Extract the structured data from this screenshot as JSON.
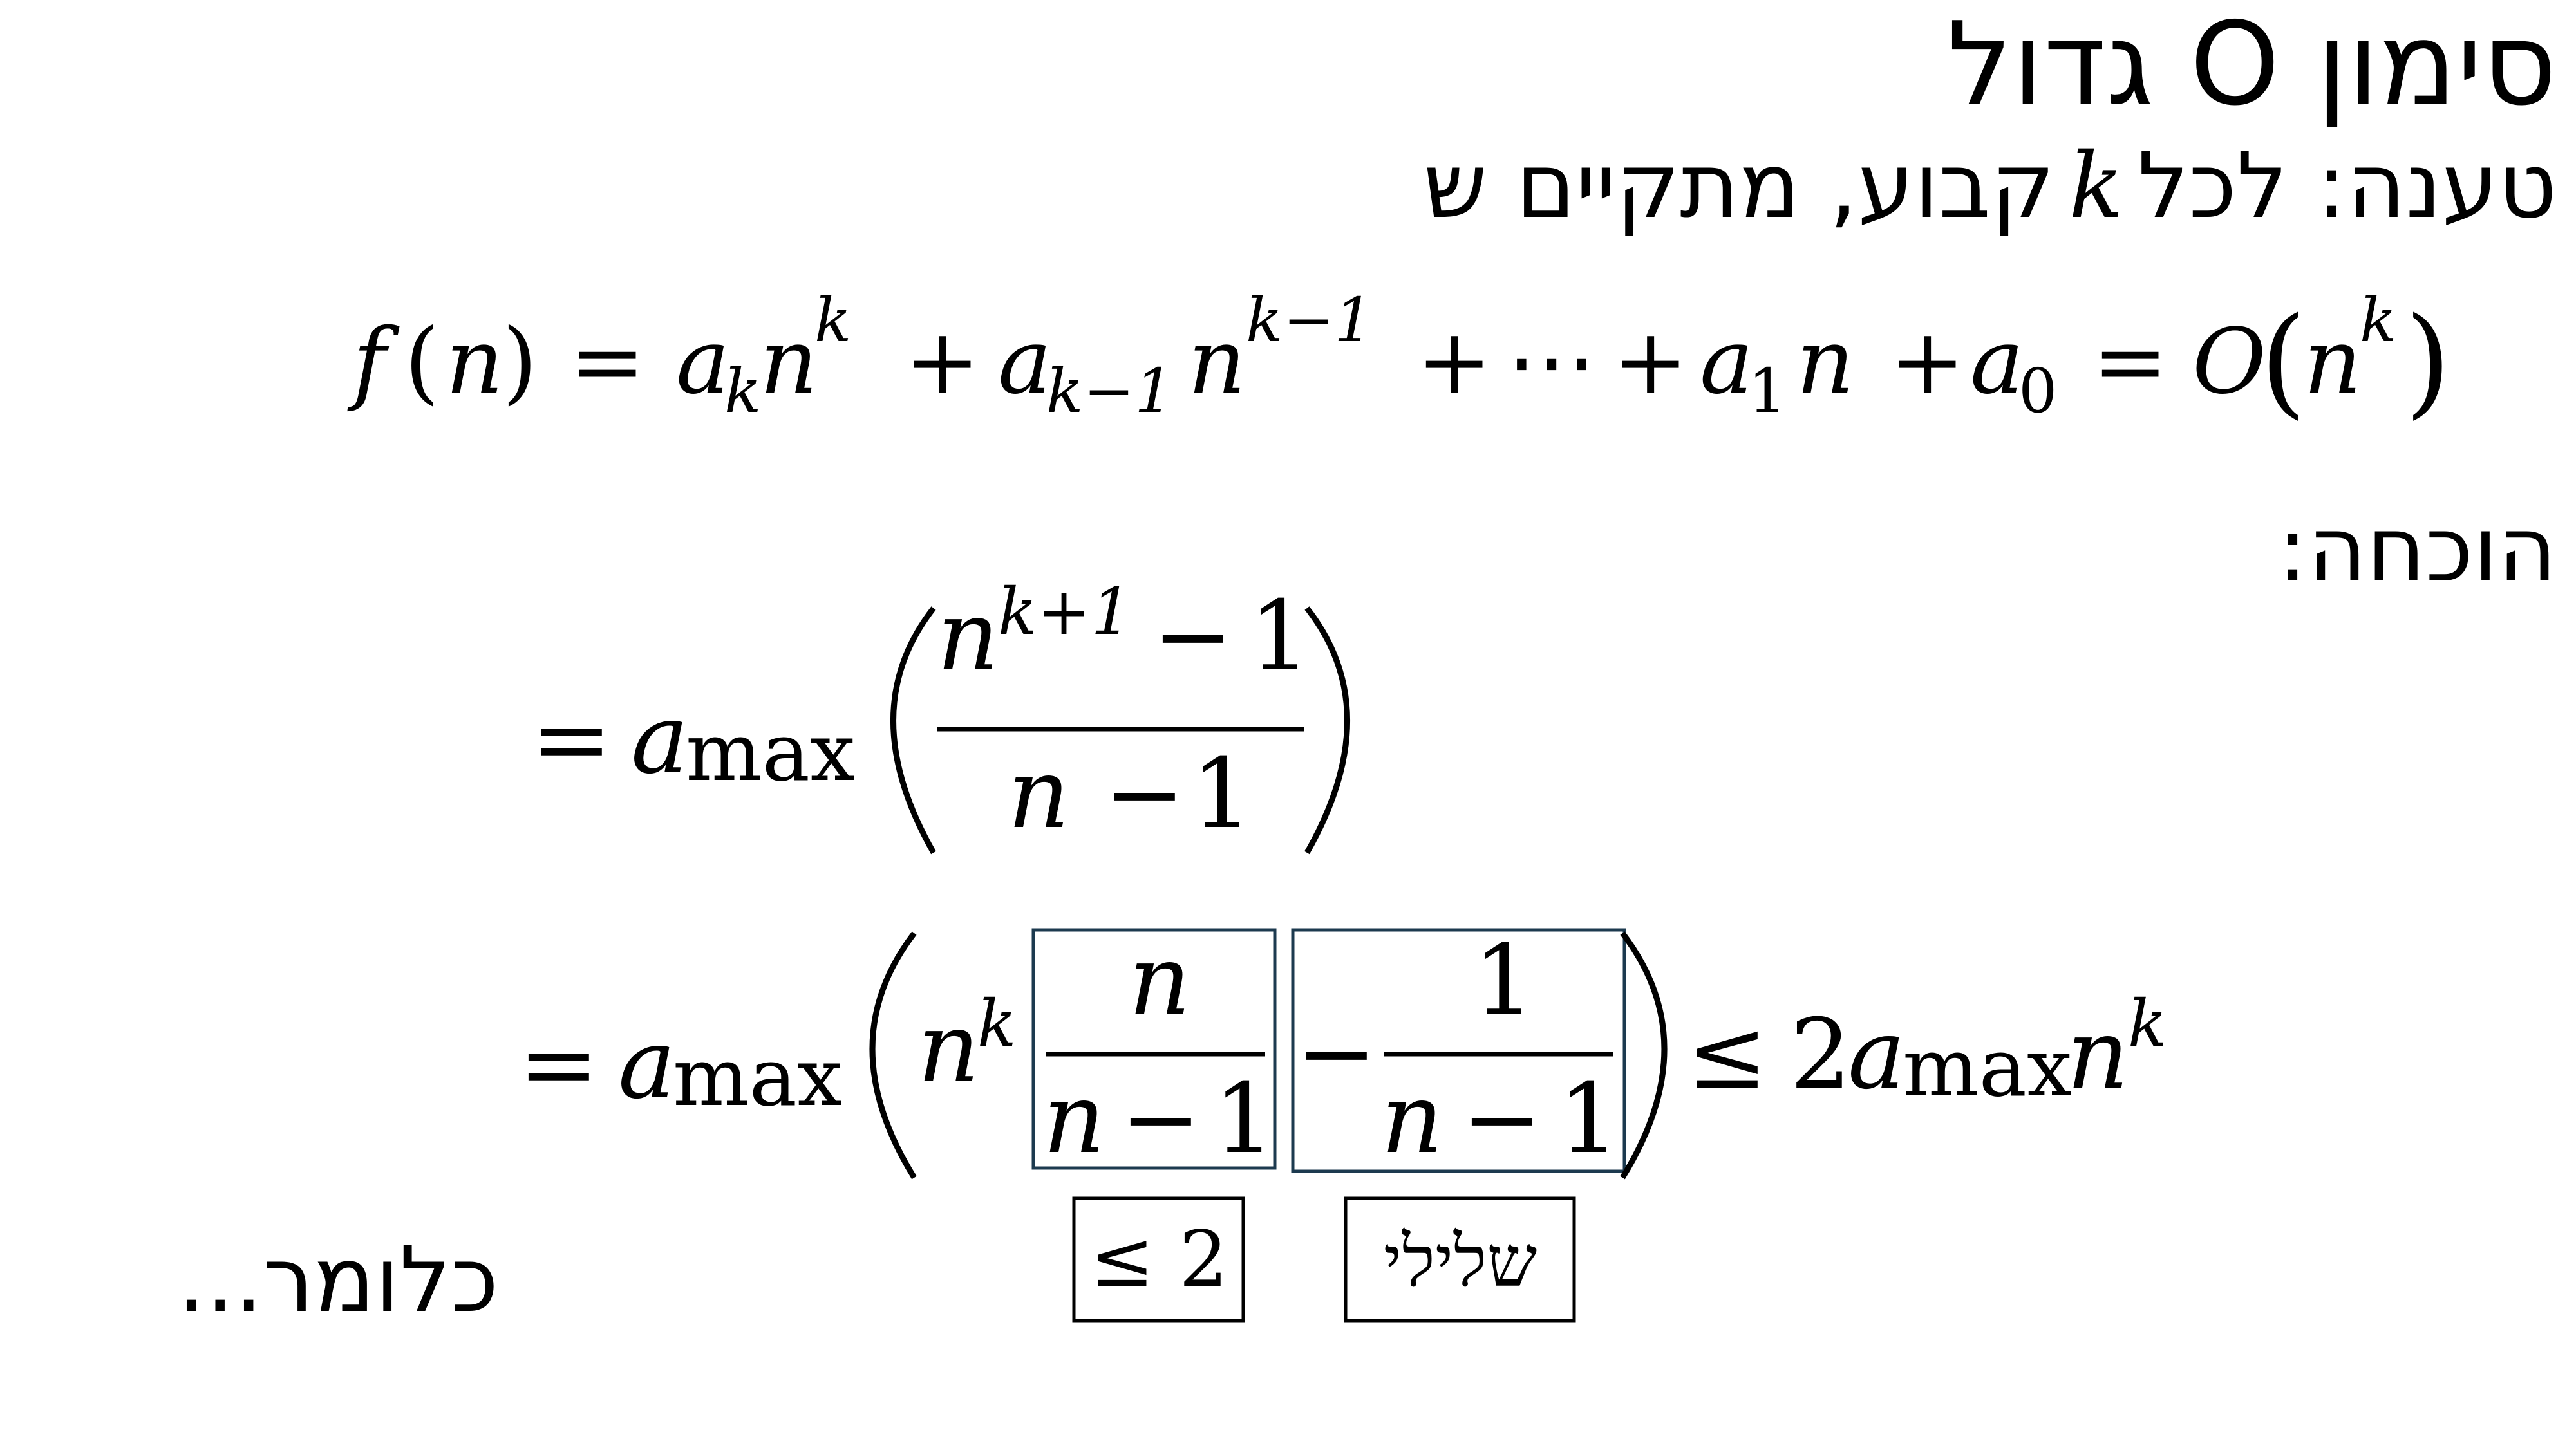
{
  "title": "סימון O גדול",
  "claim": {
    "before": "טענה: לכל",
    "variable": "k",
    "after": "קבוע, מתקיים ש"
  },
  "proof_label": "הוכחה:",
  "conclusion": "כלומר...",
  "annotations": {
    "le_two": "≤ 2",
    "negative": "שלילי"
  },
  "equations": {
    "polynomial": {
      "f": "f",
      "n": "n",
      "k": "k",
      "a": "a",
      "open": "(",
      "close": ")",
      "eq": "=",
      "plus": "+",
      "dots": "⋯",
      "km1": "k−1",
      "one": "1",
      "zero": "0",
      "O": "O"
    },
    "line1": {
      "eq": "=",
      "a": "a",
      "max": "max",
      "n": "n",
      "exp": "k+1",
      "minus": "−",
      "one": "1"
    },
    "line2": {
      "eq": "=",
      "a": "a",
      "max": "max",
      "n": "n",
      "k": "k",
      "minus": "−",
      "one": "1",
      "le": "≤",
      "two": "2"
    }
  }
}
